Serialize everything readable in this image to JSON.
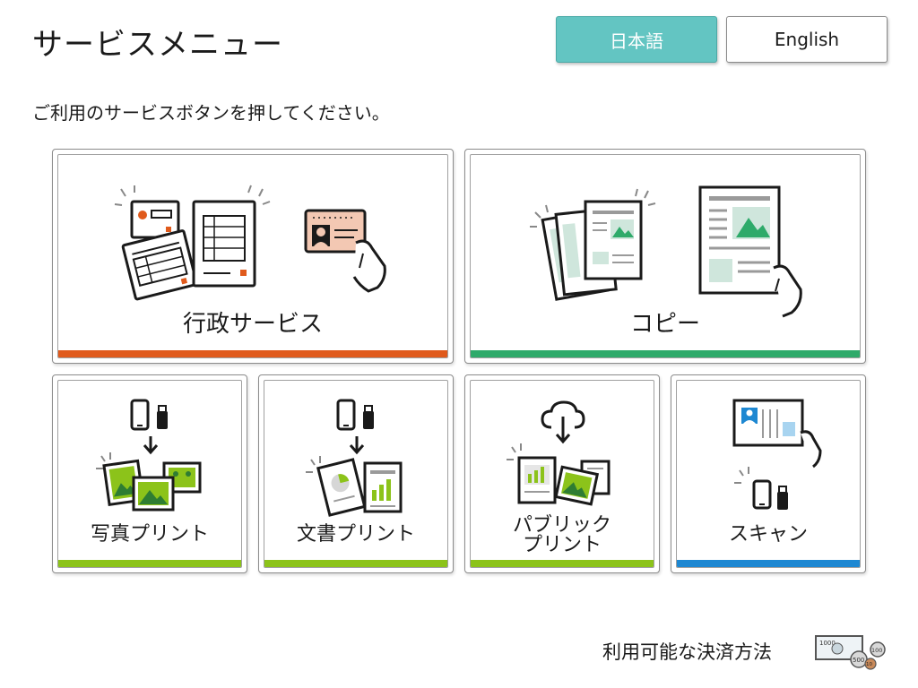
{
  "header": {
    "title": "サービスメニュー",
    "lang_jp": "日本語",
    "lang_en": "English"
  },
  "instruction": "ご利用のサービスボタンを押してください。",
  "cards": [
    {
      "label": "行政サービス",
      "bar_color": "#e05a1c"
    },
    {
      "label": "コピー",
      "bar_color": "#2eaa6a"
    },
    {
      "label": "写真プリント",
      "bar_color": "#8cc31a"
    },
    {
      "label": "文書プリント",
      "bar_color": "#8cc31a"
    },
    {
      "label_line1": "パブリック",
      "label_line2": "プリント",
      "bar_color": "#8cc31a"
    },
    {
      "label": "スキャン",
      "bar_color": "#1e88d2"
    }
  ],
  "footer": {
    "payment_label": "利用可能な決済方法",
    "bill_value": "1000",
    "coin_values": [
      "500",
      "100",
      "10"
    ]
  },
  "colors": {
    "accent_teal": "#63c5c2",
    "orange": "#e05a1c",
    "green": "#2eaa6a",
    "lime": "#8cc31a",
    "blue": "#1e88d2"
  },
  "icons": [
    "documents-icon",
    "id-card-hand-icon",
    "copy-document-icon",
    "phone-usb-icon",
    "photos-icon",
    "document-chart-icon",
    "cloud-download-icon",
    "scanner-icon",
    "cash-icon"
  ]
}
